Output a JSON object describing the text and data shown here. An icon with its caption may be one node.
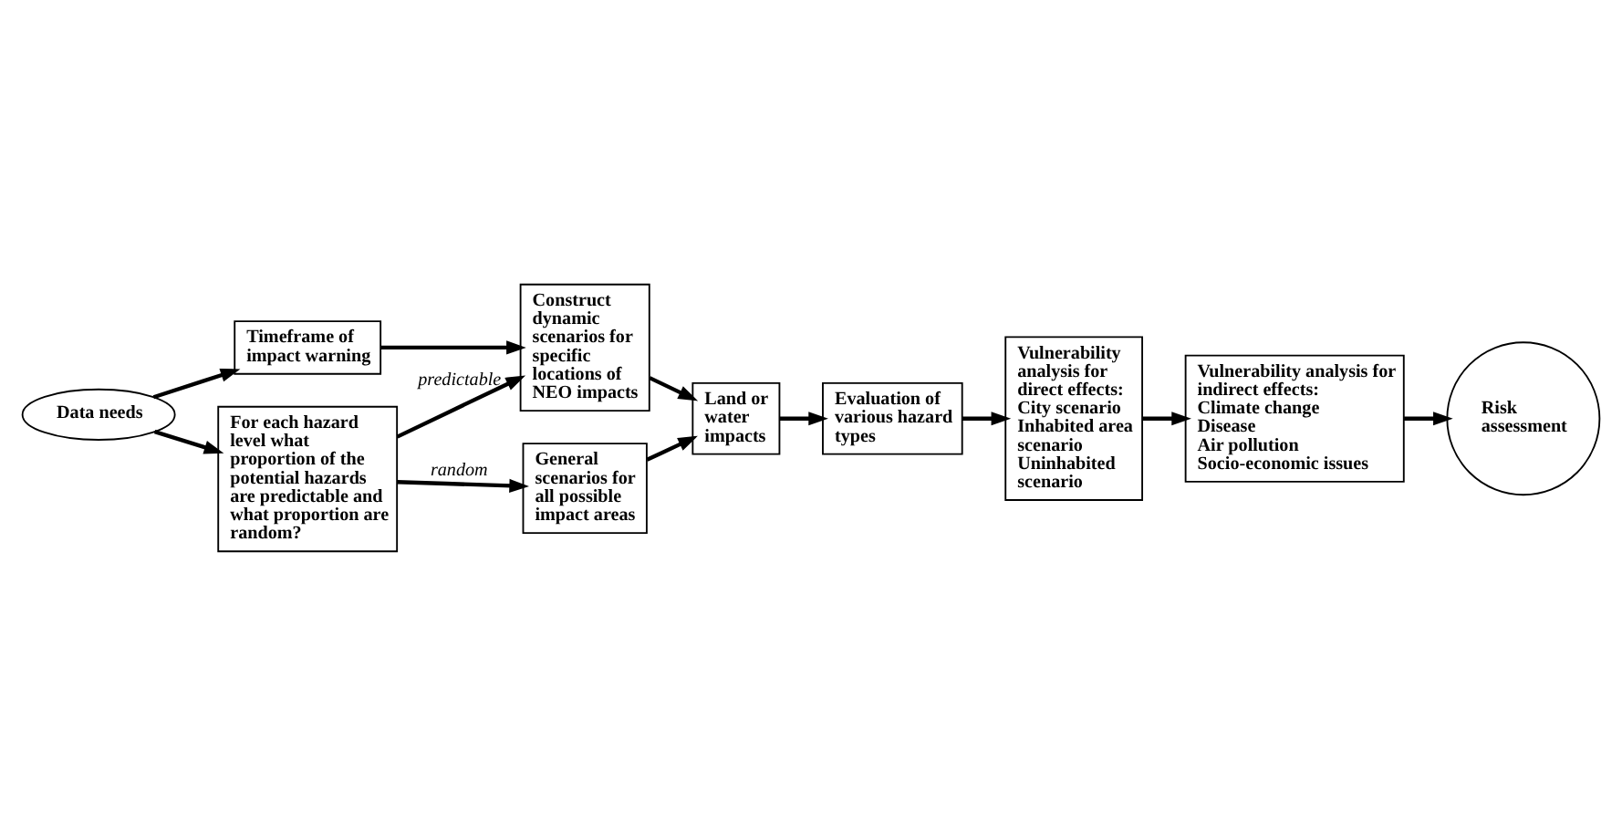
{
  "diagram": {
    "nodes": [
      {
        "text": [
          "Data needs"
        ]
      },
      {
        "text": [
          "Timeframe of impact warning"
        ]
      },
      {
        "text": [
          "For each hazard level what proportion of the potential hazards are predictable and what proportion are random?"
        ]
      },
      {
        "text": [
          "Construct dynamic scenarios for specific locations of NEO impacts"
        ]
      },
      {
        "text": [
          "General scenarios for all possible impact areas"
        ]
      },
      {
        "text": [
          "Land or water impacts"
        ]
      },
      {
        "text": [
          "Evaluation of various hazard types"
        ]
      },
      {
        "text": [
          "Vulnerability analysis for direct effects:",
          "City scenario",
          "Inhabited area scenario",
          "Uninhabited scenario"
        ]
      },
      {
        "text": [
          "Vulnerability analysis for indirect effects:",
          "Climate change",
          "Disease",
          "Air pollution",
          "Socio-economic issues"
        ]
      },
      {
        "text": [
          "Risk assessment"
        ]
      }
    ],
    "edges": [
      {
        "from": 0,
        "to": 1,
        "arrow": "to"
      },
      {
        "from": 0,
        "to": 2,
        "arrow": "to"
      },
      {
        "from": 1,
        "to": 3,
        "arrow": "to"
      },
      {
        "from": 2,
        "to": 3,
        "arrow": "to",
        "label": "predictable"
      },
      {
        "from": 2,
        "to": 4,
        "arrow": "to",
        "label": "random"
      },
      {
        "from": 3,
        "to": 5,
        "arrow": "to"
      },
      {
        "from": 4,
        "to": 5,
        "arrow": "to"
      },
      {
        "from": 5,
        "to": 6,
        "arrow": "to"
      },
      {
        "from": 6,
        "to": 7,
        "arrow": "to"
      },
      {
        "from": 7,
        "to": 8,
        "arrow": "to"
      },
      {
        "from": 8,
        "to": 9,
        "arrow": "to"
      }
    ]
  }
}
